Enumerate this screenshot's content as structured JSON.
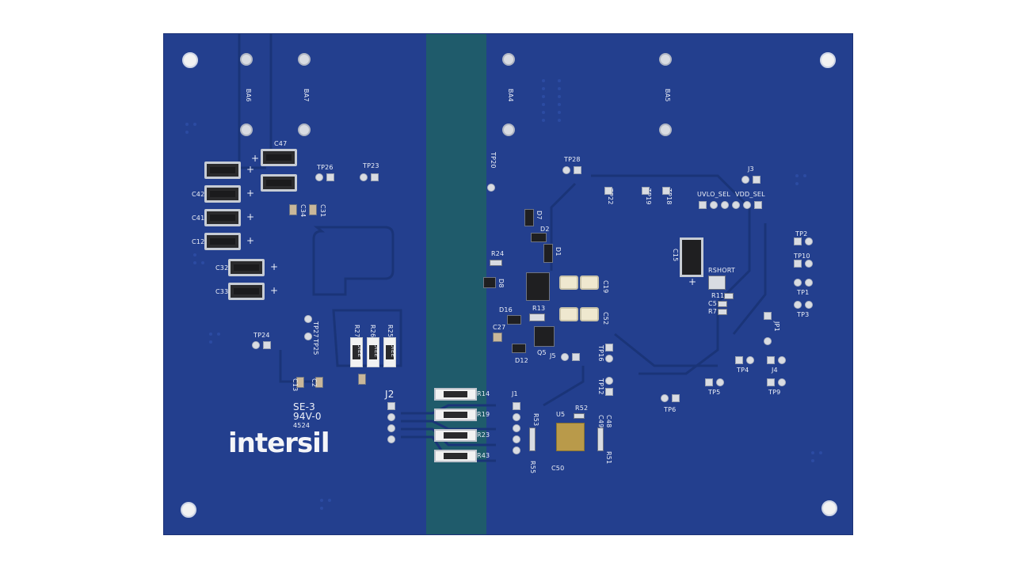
{
  "board": {
    "logo_text": "intersil",
    "label_line1": "SE-3",
    "label_line2": "94V-0",
    "label_line3": "4524",
    "colors": {
      "soldermask": "#233f8e",
      "strip": "#1f5b6b",
      "silkscreen": "#eef1f8"
    }
  },
  "labels": {
    "ba6": "BA6",
    "ba7": "BA7",
    "ba4": "BA4",
    "ba5": "BA5",
    "c47": "C47",
    "c42": "C42",
    "c41": "C41",
    "c12": "C12",
    "c32": "C32",
    "c33": "C33",
    "tp26": "TP26",
    "tp23": "TP23",
    "tp20": "TP20",
    "tp28": "TP28",
    "tp22": "TP22",
    "tp19": "TP19",
    "tp18": "TP18",
    "j3": "J3",
    "uvlo_sel": "UVLO_SEL",
    "vdd_sel": "VDD_SEL",
    "tp2": "TP2",
    "tp10": "TP10",
    "tp1": "TP1",
    "tp3": "TP3",
    "rshort": "RSHORT",
    "c15": "C15",
    "c5": "C5",
    "r7": "R7",
    "r11": "R11",
    "jp1": "JP1",
    "tp4": "TP4",
    "j4": "J4",
    "tp5": "TP5",
    "tp9": "TP9",
    "tp6": "TP6",
    "c34": "C34",
    "c31": "C31",
    "r24": "R24",
    "d8": "D8",
    "d7": "D7",
    "d2": "D2",
    "d1": "D1",
    "c19": "C19",
    "c52": "C52",
    "d16": "D16",
    "r13": "R13",
    "c27": "C27",
    "d12": "D12",
    "q5": "Q5",
    "j5": "J5",
    "tp16": "TP16",
    "tp12": "TP12",
    "tp27": "TP27",
    "tp25": "TP25",
    "tp24": "TP24",
    "r27": "R27",
    "r26": "R26",
    "r25": "R25",
    "j2": "J2",
    "j1": "J1",
    "r14": "R14",
    "r19": "R19",
    "r23": "R23",
    "r43": "R43",
    "c13": "C13",
    "c2": "C2",
    "c48": "C48",
    "r53": "R53",
    "u5": "U5",
    "r52": "R52",
    "c49": "C49",
    "r51": "R51",
    "r55": "R55",
    "c50": "C50"
  },
  "resistor_marking": "DIEE",
  "plus_sign": "+"
}
